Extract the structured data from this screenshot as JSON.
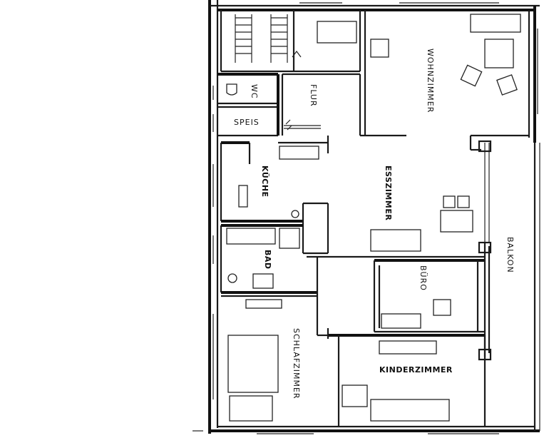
{
  "rooms": {
    "wc": "WC",
    "flur": "FLUR",
    "speis": "SPEIS",
    "wohnzimmer": "WOHNZIMMER",
    "kueche": "KÜCHE",
    "esszimmer": "ESSZIMMER",
    "bad": "BAD",
    "buero": "BÜRO",
    "balkon": "BALKON",
    "schlafzimmer": "SCHLAFZIMMER",
    "kinderzimmer": "KINDERZIMMER"
  }
}
